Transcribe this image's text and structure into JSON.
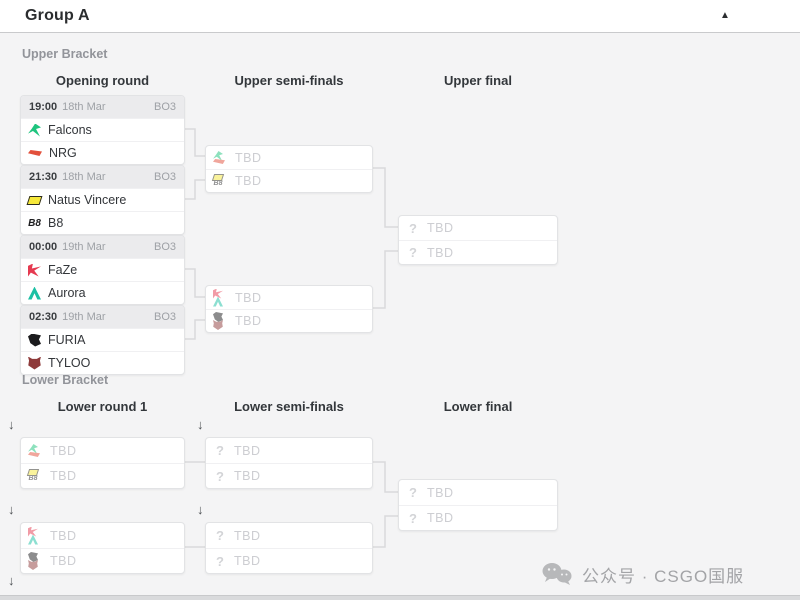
{
  "header": {
    "title": "Group A",
    "collapse_caret": "▲"
  },
  "tbd_label": "TBD",
  "qmark": "?",
  "drop_arrow": "↓",
  "upper": {
    "label": "Upper Bracket",
    "columns": {
      "c1": "Opening round",
      "c2": "Upper semi-finals",
      "c3": "Upper final"
    },
    "matches": [
      {
        "time": "19:00",
        "date": "18th Mar",
        "format": "BO3",
        "t1": {
          "name": "Falcons",
          "color": "#1ec47e"
        },
        "t2": {
          "name": "NRG",
          "color": "#e2503c"
        }
      },
      {
        "time": "21:30",
        "date": "18th Mar",
        "format": "BO3",
        "t1": {
          "name": "Natus Vincere",
          "color": "#f6e83a"
        },
        "t2": {
          "name": "B8",
          "color": "#1c1c1e"
        }
      },
      {
        "time": "00:00",
        "date": "19th Mar",
        "format": "BO3",
        "t1": {
          "name": "FaZe",
          "color": "#e53a50"
        },
        "t2": {
          "name": "Aurora",
          "color": "#1cc0a4"
        }
      },
      {
        "time": "02:30",
        "date": "19th Mar",
        "format": "BO3",
        "t1": {
          "name": "FURIA",
          "color": "#1b1b1d"
        },
        "t2": {
          "name": "TYLOO",
          "color": "#8e3a3a"
        }
      }
    ]
  },
  "lower": {
    "label": "Lower Bracket",
    "columns": {
      "c1": "Lower round 1",
      "c2": "Lower semi-finals",
      "c3": "Lower final"
    }
  },
  "watermark": {
    "text": "公众号 · CSGO国服"
  },
  "colors": {
    "connector": "#d9d9db",
    "tbd_text": "#cdced2",
    "card_border": "#e2e3e5",
    "page_bg": "#f4f4f5"
  }
}
